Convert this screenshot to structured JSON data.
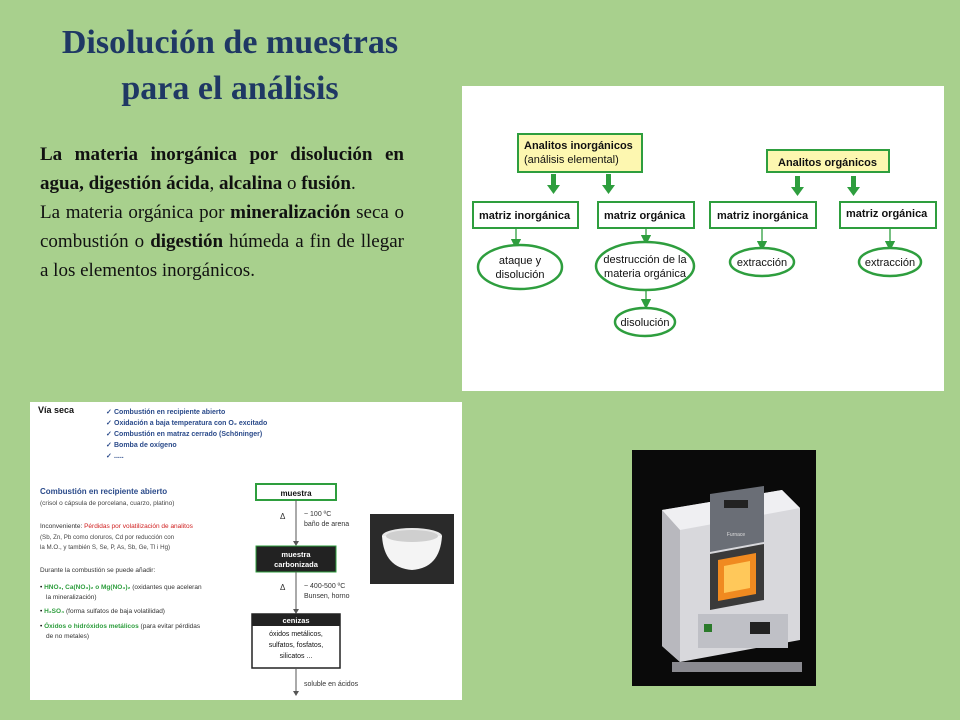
{
  "title": {
    "line1": "Disolución de muestras",
    "line2": "para el análisis"
  },
  "paragraph1": {
    "t1": "La materia inorgánica por disolución en agua, digestión ácida",
    "t2": ", ",
    "t3": "alcalina",
    "t4": " o ",
    "t5": "fusión",
    "t6": "."
  },
  "paragraph2": {
    "t1": "La materia orgánica por ",
    "t2": "mineralización",
    "t3": " seca o combustión o ",
    "t4": "digestión",
    "t5": " húmeda a fin de llegar a los elementos inorgánicos."
  },
  "diagram_top": {
    "analitos_inorganicos": "Analitos inorgánicos",
    "analisis_elemental": "(análisis elemental)",
    "analitos_organicos": "Analitos orgánicos",
    "matriz_inorganica_1": "matriz inorgánica",
    "matriz_organica_1": "matriz orgánica",
    "matriz_inorganica_2": "matriz inorgánica",
    "matriz_organica_2": "matriz orgánica",
    "ataque_1": "ataque y",
    "ataque_2": "disolución",
    "destruccion_1": "destrucción de la",
    "destruccion_2": "materia orgánica",
    "disolucion": "disolución",
    "extraccion_1": "extracción",
    "extraccion_2": "extracción"
  },
  "diagram_bottom": {
    "via_seca": "Vía seca",
    "check_items": [
      "Combustión en recipiente abierto",
      "Oxidación a baja temperatura con O₂ excitado",
      "Combustión en matraz cerrado (Schöninger)",
      "Bomba de oxígeno",
      "....."
    ],
    "heading": "Combustión en recipiente abierto",
    "crisol": "(crisol o cápsula de porcelana, cuarzo, platino)",
    "inconveniente_label": "Inconveniente: ",
    "inconveniente_red": "Pérdidas por volatilización de analitos",
    "loss_line1": "(Sb, Zn, Pb como cloruros, Cd por reducción con",
    "loss_line2": "la M.O., y también S, Se, P, As, Sb, Ge, Tl i Hg)",
    "durante": "Durante la combustión se puede añadir:",
    "bullet1_green": "HNO₃, Ca(NO₃)₂ o Mg(NO₃)₂",
    "bullet1_rest": " (oxidantes que aceleran",
    "bullet1_cont": "la mineralización)",
    "bullet2_green": "H₂SO₄",
    "bullet2_rest": " (forma sulfatos de baja volatilidad)",
    "bullet3_green": "Óxidos o hidróxidos metálicos",
    "bullet3_rest": " (para evitar pérdidas",
    "bullet3_cont": "de no metales)",
    "muestra": "muestra",
    "delta1": "Δ",
    "temp1a": "~ 100 ºC",
    "temp1b": "baño de arena",
    "muestra_carb_1": "muestra",
    "muestra_carb_2": "carbonizada",
    "delta2": "Δ",
    "temp2a": "~ 400-500 ºC",
    "temp2b": "Bunsen, horno",
    "cenizas": "cenizas",
    "cenizas_1": "óxidos metálicos,",
    "cenizas_2": "sulfatos, fosfatos,",
    "cenizas_3": "silicatos ...",
    "soluble": "soluble en ácidos"
  },
  "photo": {
    "furnace_label": "Furnace"
  },
  "colors": {
    "background": "#a8d08d",
    "title": "#1f3864",
    "green": "#2e9e3e",
    "yellow_box": "#fdf7b0",
    "red": "#d02020"
  }
}
